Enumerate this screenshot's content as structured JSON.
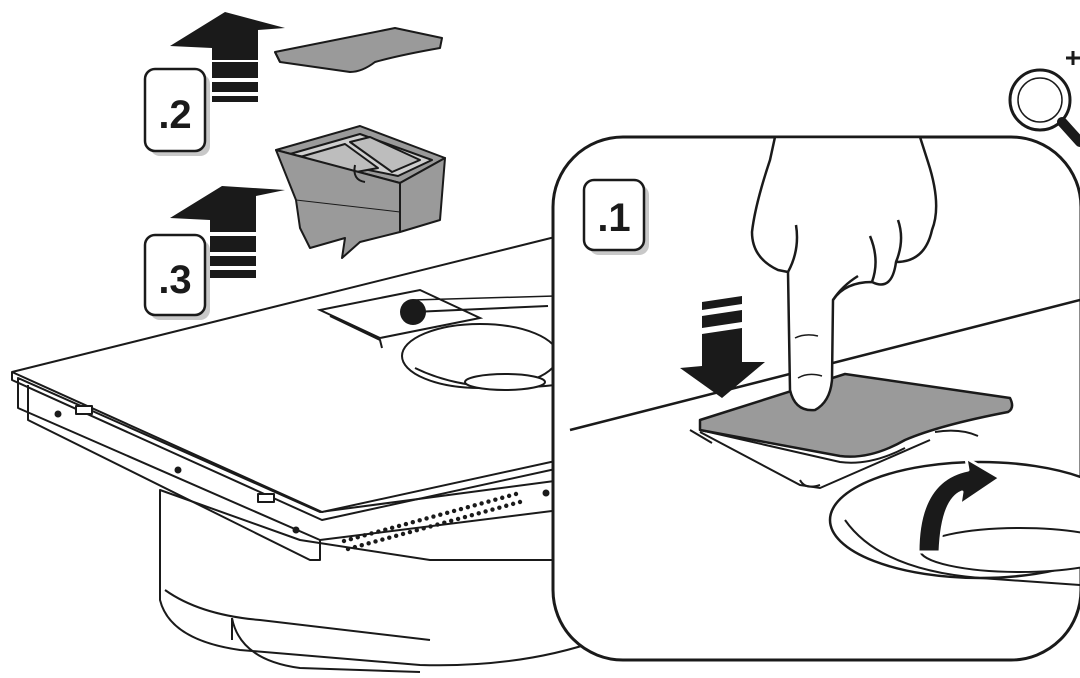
{
  "steps": {
    "step1": ".1",
    "step2": ".2",
    "step3": ".3"
  },
  "icons": {
    "zoom": "magnifier-plus-icon",
    "press": "down-arrow-icon",
    "lift": "curved-up-arrow-icon",
    "remove": "up-arrow-icon"
  },
  "colors": {
    "line": "#1a1a1a",
    "panel": "#ffffff",
    "part_fill": "#9a9a9a",
    "badge_shadow": "#c8c8c8"
  }
}
